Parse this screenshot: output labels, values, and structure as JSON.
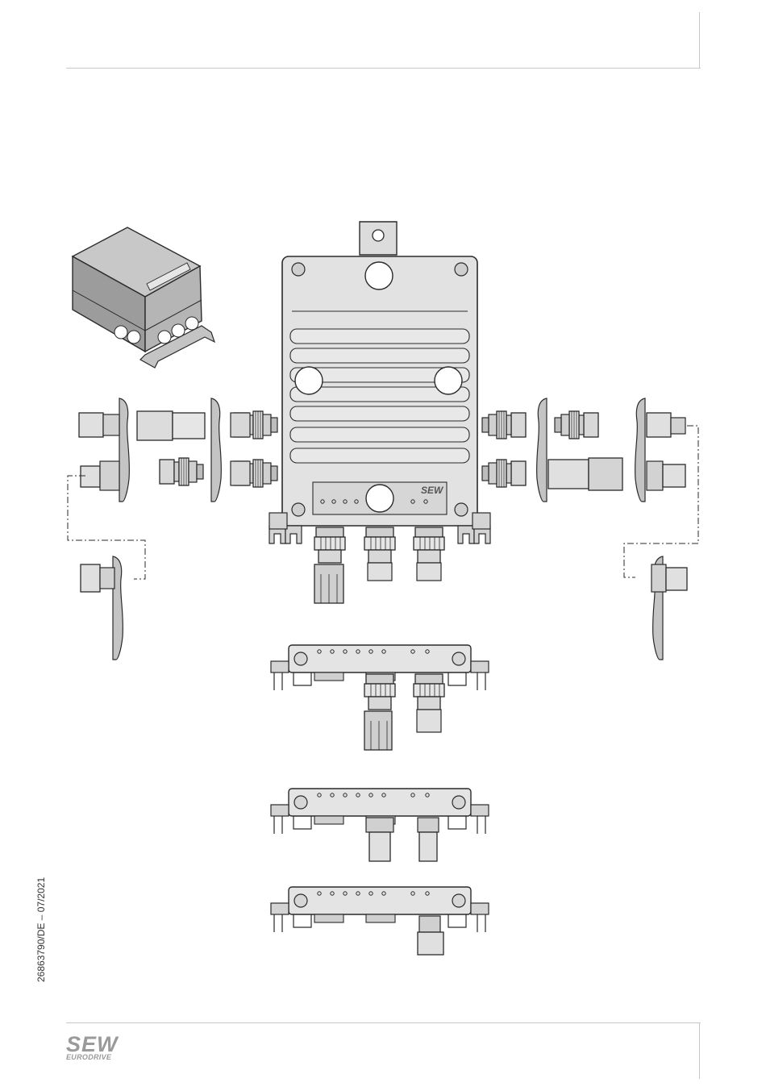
{
  "document": {
    "doc_id": "26863790/DE – 07/2021"
  },
  "logo": {
    "brand": "SEW",
    "sub": "EURODRIVE"
  },
  "figure": {
    "module_brand": "SEW"
  },
  "colors": {
    "line": "#2a2a2a",
    "housing": "#e2e2e2",
    "housing_dark": "#bdbdbd",
    "connector": "#d8d8d8",
    "rule": "#c8c8c8",
    "logo": "#9a9a9a"
  }
}
